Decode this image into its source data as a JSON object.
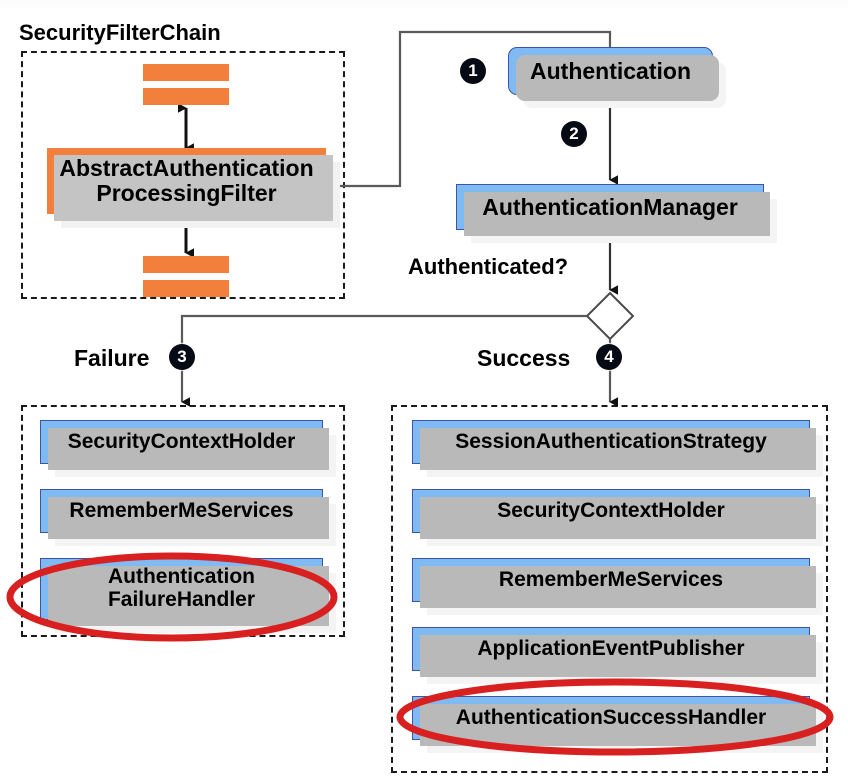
{
  "diagram": {
    "title_visible": false,
    "colors": {
      "blue_fill": "#7fbbf2",
      "blue_border": "#3d55a5",
      "orange_fill": "#f2803c",
      "highlight_red": "#d92020",
      "edge_stroke": "#4a4a4a",
      "dash_stroke": "#1a1a1a",
      "bullet_fill": "#050a14"
    },
    "groups": [
      {
        "id": "security-filter-chain",
        "label": "SecurityFilterChain"
      },
      {
        "id": "failure-group",
        "label": ""
      },
      {
        "id": "success-group",
        "label": ""
      }
    ],
    "nodes": {
      "filter": "AbstractAuthentication\nProcessingFilter",
      "filter_line1": "AbstractAuthentication",
      "filter_line2": "ProcessingFilter",
      "authentication": "Authentication",
      "authentication_manager": "AuthenticationManager"
    },
    "labels": {
      "authenticated_question": "Authenticated?",
      "failure": "Failure",
      "success": "Success"
    },
    "bullets": {
      "one": "❶",
      "two": "❷",
      "three": "❸",
      "four": "❹",
      "one_num": "1",
      "two_num": "2",
      "three_num": "3",
      "four_num": "4"
    },
    "failure_branch": {
      "items": [
        {
          "label": "SecurityContextHolder",
          "highlighted": false
        },
        {
          "label": "RememberMeServices",
          "highlighted": false
        },
        {
          "label": "Authentication\nFailureHandler",
          "highlighted": true
        },
        {
          "label_line1": "Authentication",
          "label_line2": "FailureHandler"
        }
      ],
      "item0": "SecurityContextHolder",
      "item1": "RememberMeServices",
      "item2_line1": "Authentication",
      "item2_line2": "FailureHandler"
    },
    "success_branch": {
      "items": [
        {
          "label": "SessionAuthenticationStrategy",
          "highlighted": false
        },
        {
          "label": "SecurityContextHolder",
          "highlighted": false
        },
        {
          "label": "RememberMeServices",
          "highlighted": false
        },
        {
          "label": "ApplicationEventPublisher",
          "highlighted": false
        },
        {
          "label": "AuthenticationSuccessHandler",
          "highlighted": true
        }
      ],
      "item0": "SessionAuthenticationStrategy",
      "item1": "SecurityContextHolder",
      "item2": "RememberMeServices",
      "item3": "ApplicationEventPublisher",
      "item4": "AuthenticationSuccessHandler"
    }
  }
}
